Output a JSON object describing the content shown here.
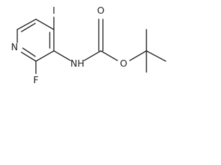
{
  "molecule": {
    "atoms": {
      "iodine": "I",
      "ring_nitrogen": "N",
      "fluorine": "F",
      "amide_nitrogen": "NH",
      "carbonyl_oxygen": "O",
      "ester_oxygen": "O"
    }
  }
}
